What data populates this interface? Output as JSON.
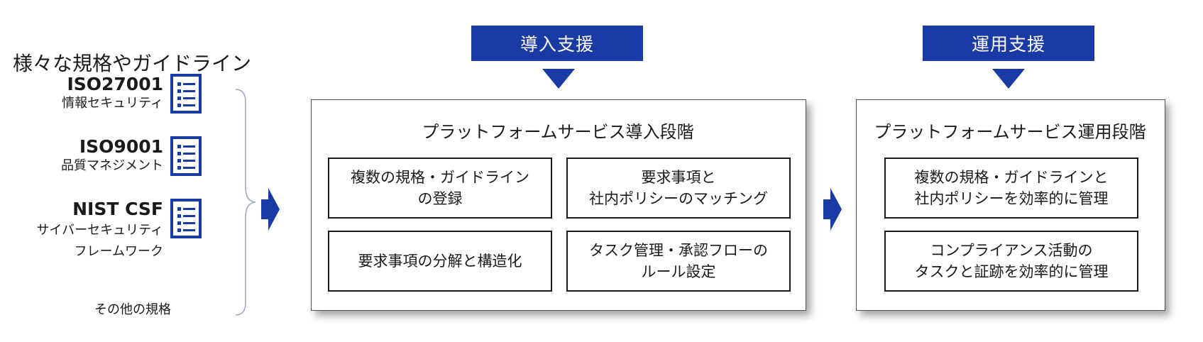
{
  "left": {
    "title": "様々な規格やガイドライン",
    "standards": [
      {
        "name": "ISO27001",
        "sub": "情報セキュリティ"
      },
      {
        "name": "ISO9001",
        "sub": "品質マネジメント"
      },
      {
        "name": "NIST CSF",
        "sub": "サイバーセキュリティ\nフレームワーク"
      }
    ],
    "other": "その他の規格"
  },
  "stages": [
    {
      "banner": "導入支援",
      "panel_title": "プラットフォームサービス導入段階",
      "tasks": [
        "複数の規格・ガイドライン\nの登録",
        "要求事項と\n社内ポリシーのマッチング",
        "要求事項の分解と構造化",
        "タスク管理・承認フローの\nルール設定"
      ]
    },
    {
      "banner": "運用支援",
      "panel_title": "プラットフォームサービス運用段階",
      "tasks": [
        "複数の規格・ガイドラインと\n社内ポリシーを効率的に管理",
        "コンプライアンス活動の\nタスクと証跡を効率的に管理"
      ]
    }
  ],
  "colors": {
    "accent": "#1a3aa6",
    "border": "#1a1a1a"
  },
  "icons": {
    "standard": "document-list-icon",
    "flow": "right-arrow-icon",
    "banner": "down-arrow-icon"
  }
}
